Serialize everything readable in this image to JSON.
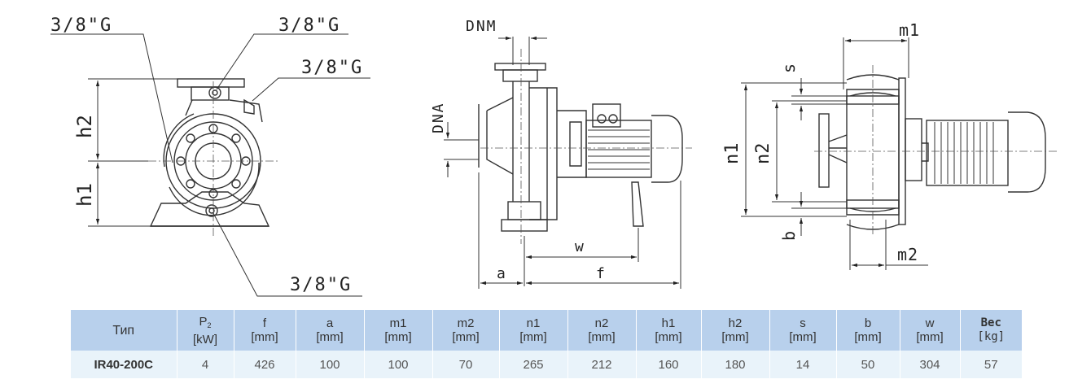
{
  "drawing_labels": {
    "front_top_left": "3/8\"G",
    "front_top_right": "3/8\"G",
    "front_right": "3/8\"G",
    "front_bottom": "3/8\"G",
    "h2": "h2",
    "h1": "h1",
    "dnm": "DNM",
    "dna": "DNA",
    "w": "w",
    "a": "a",
    "f": "f",
    "m1": "m1",
    "s": "s",
    "n1": "n1",
    "n2": "n2",
    "b": "b",
    "m2": "m2"
  },
  "table": {
    "headers": {
      "type": "Тип",
      "p2_main": "P",
      "p2_sub": "2",
      "p2_unit": "[kW]",
      "f": "f",
      "a": "a",
      "m1": "m1",
      "m2": "m2",
      "n1": "n1",
      "n2": "n2",
      "h1": "h1",
      "h2": "h2",
      "s": "s",
      "b": "b",
      "w": "w",
      "mm_unit": "[mm]",
      "weight": "Bec",
      "weight_unit": "[kg]"
    },
    "row": {
      "type": "IR40-200C",
      "p2": "4",
      "f": "426",
      "a": "100",
      "m1": "100",
      "m2": "70",
      "n1": "265",
      "n2": "212",
      "h1": "160",
      "h2": "180",
      "s": "14",
      "b": "50",
      "w": "304",
      "weight": "57"
    }
  }
}
